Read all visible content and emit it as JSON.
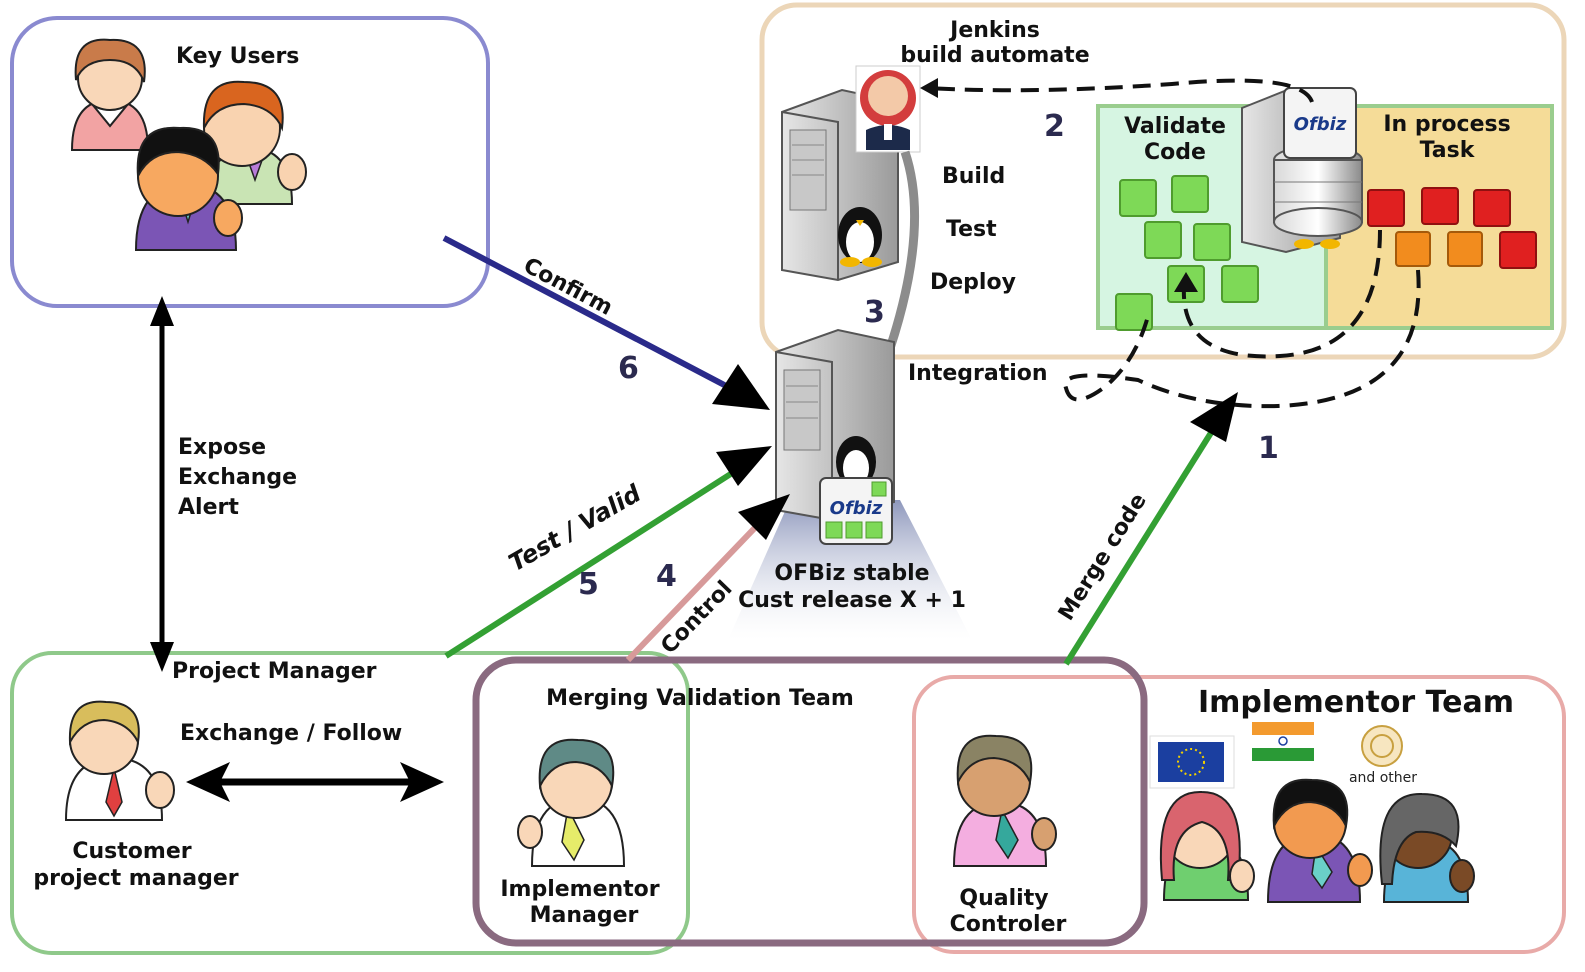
{
  "key_users": {
    "title": "Key Users"
  },
  "jenkins": {
    "title_line1": "Jenkins",
    "title_line2": "build automate"
  },
  "pipeline": {
    "build": "Build",
    "test": "Test",
    "deploy": "Deploy",
    "integration": "Integration"
  },
  "validate": {
    "line1": "Validate",
    "line2": "Code"
  },
  "in_process": {
    "line1": "In process",
    "line2": "Task"
  },
  "ofbiz_logo": "Ofbiz",
  "stable": {
    "line1": "OFBiz stable",
    "line2": "Cust release X + 1"
  },
  "arrows": {
    "confirm": "Confirm",
    "test_valid": "Test / Valid",
    "control": "Control",
    "merge_code": "Merge code",
    "expose_1": "Expose",
    "expose_2": "Exchange",
    "expose_3": "Alert",
    "exchange_follow": "Exchange / Follow"
  },
  "steps": {
    "s1": "1",
    "s2": "2",
    "s3": "3",
    "s4": "4",
    "s5": "5",
    "s6": "6"
  },
  "project_manager": {
    "title": "Project Manager",
    "person_line1": "Customer",
    "person_line2": "project manager"
  },
  "merging_team": {
    "title": "Merging Validation Team",
    "person_line1": "Implementor",
    "person_line2": "Manager"
  },
  "implementor_team": {
    "title": "Implementor Team",
    "qc_line1": "Quality",
    "qc_line2": "Controler",
    "and_other": "and other"
  },
  "colors": {
    "key_users_border": "#8a8ad0",
    "project_manager_border": "#8fc98a",
    "merging_border": "#8a6a80",
    "implementor_border": "#e8aaa8",
    "jenkins_border": "#ecd6b8",
    "confirm_arrow": "#2a2a8a",
    "green_arrow": "#33a033",
    "control_arrow": "#d79a9a",
    "validate_fill": "#d6f5e2",
    "in_process_fill": "#f5dc98"
  }
}
